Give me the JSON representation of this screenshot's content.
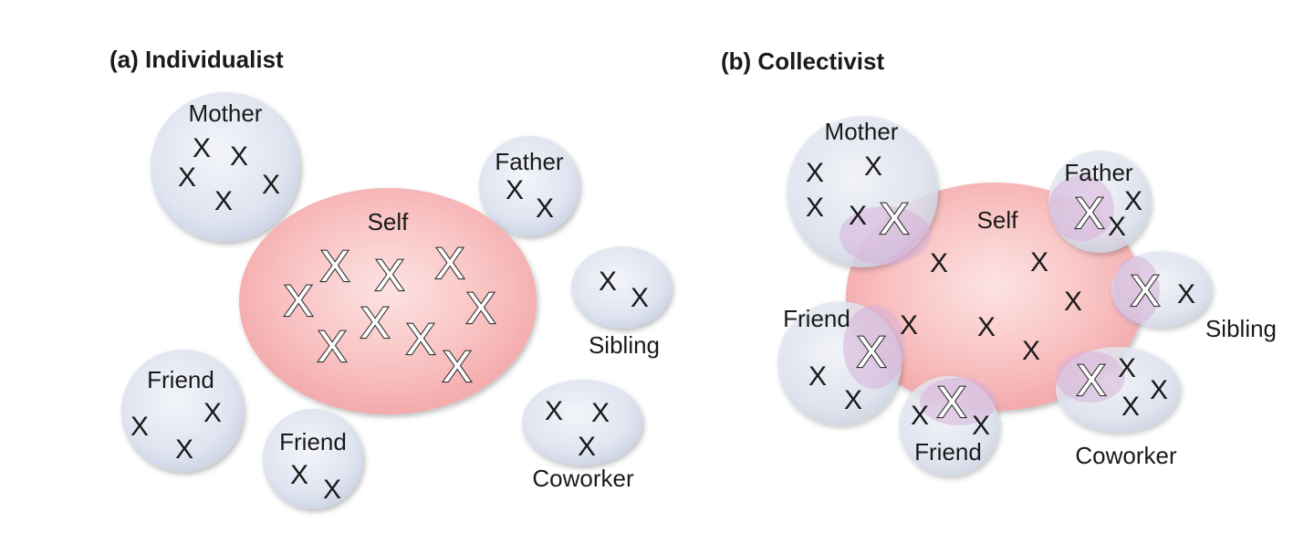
{
  "panels": {
    "a": {
      "title": "(a)  Individualist",
      "labels": {
        "mother": "Mother",
        "father": "Father",
        "self": "Self",
        "sibling": "Sibling",
        "friend_1": "Friend",
        "friend_2": "Friend",
        "coworker": "Coworker"
      }
    },
    "b": {
      "title": "(b)  Collectivist",
      "labels": {
        "mother": "Mother",
        "father": "Father",
        "self": "Self",
        "sibling": "Sibling",
        "friend_1": "Friend",
        "friend_2": "Friend",
        "coworker": "Coworker"
      }
    }
  },
  "mark": "X",
  "colors": {
    "self_fill": "#f7b5b5",
    "other_fill": "#dde3f0",
    "overlap_fill": "#d9b6d9",
    "text": "#1a1a1a"
  }
}
